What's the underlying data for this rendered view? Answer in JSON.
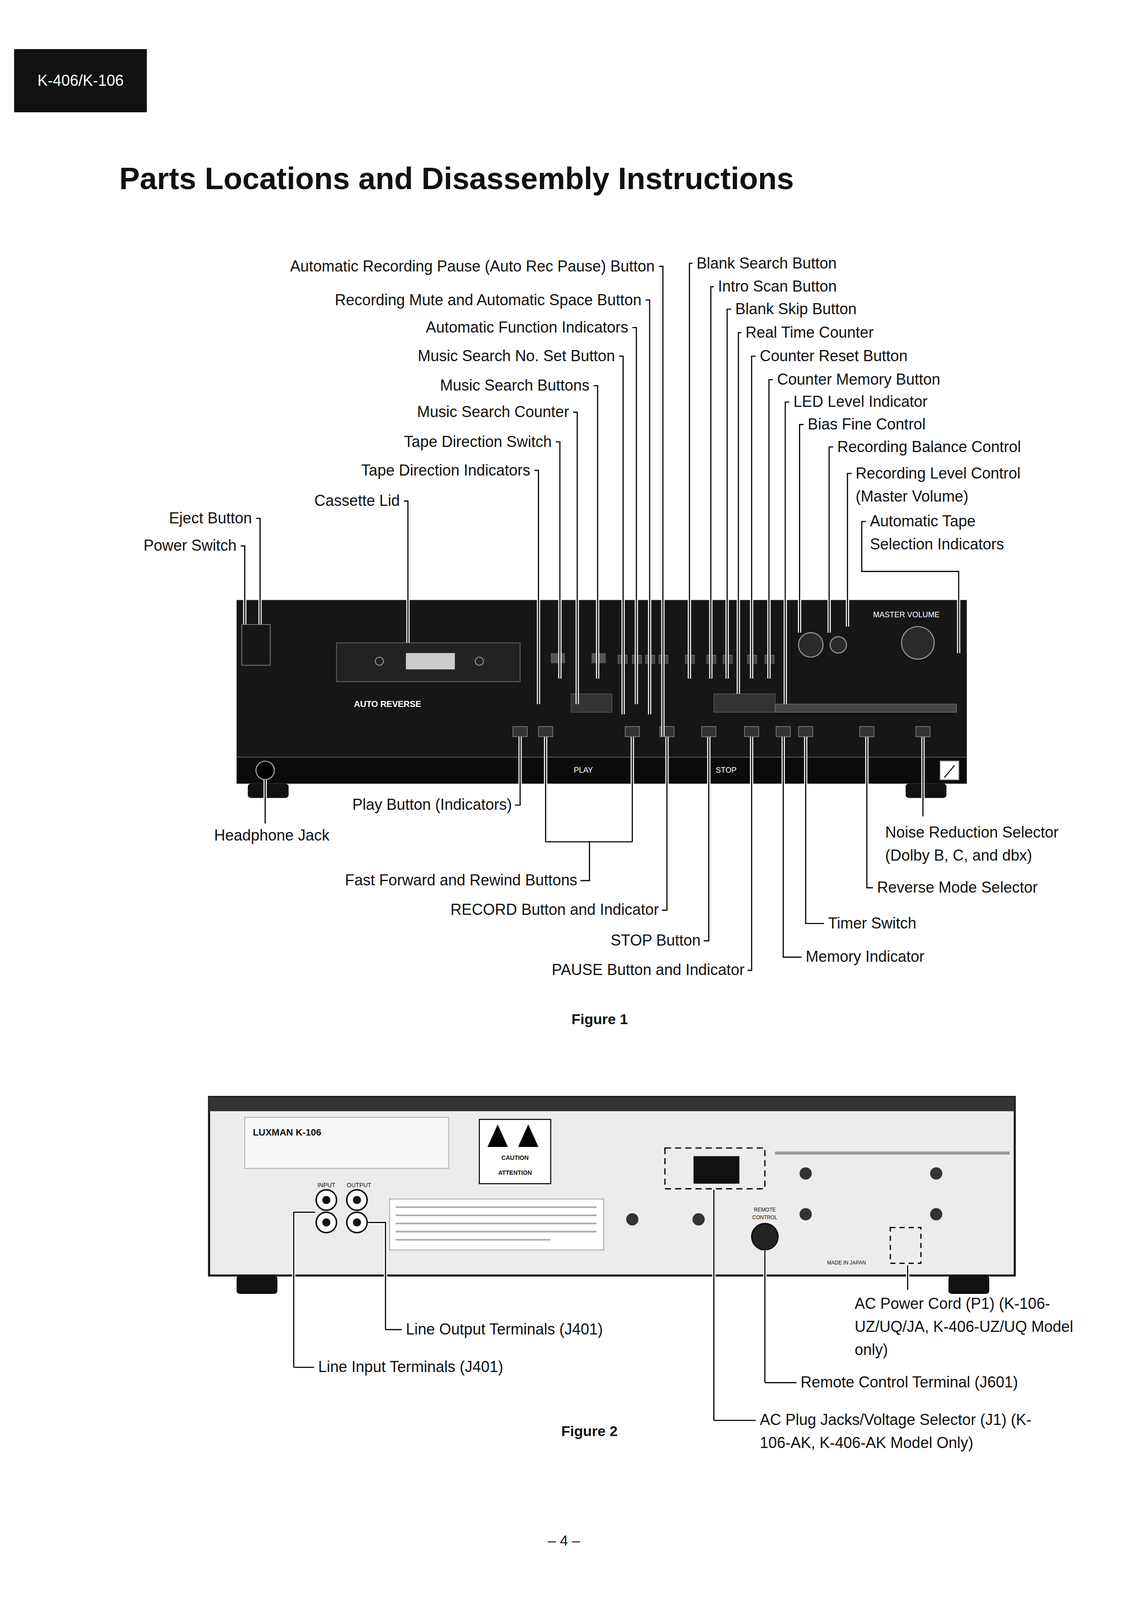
{
  "diagram": {
    "title": "Parts Locations and Disassembly Instructions",
    "nodes": [
      {
        "text": [
          "K-406/K-106"
        ]
      }
    ],
    "labels": [
      "Automatic Recording Pause (Auto Rec Pause) Button",
      "Recording Mute and Automatic Space Button",
      "Automatic Function Indicators",
      "Music Search No. Set Button",
      "Music Search Buttons",
      "Music Search Counter",
      "Tape Direction Switch",
      "Tape Direction Indicators",
      "Cassette Lid",
      "Eject Button",
      "Power Switch",
      "Blank Search Button",
      "Intro Scan Button",
      "Blank Skip Button",
      "Real Time Counter",
      "Counter Reset Button",
      "Counter Memory Button",
      "LED Level Indicator",
      "Bias Fine Control",
      "Recording Balance Control",
      "Recording Level Control (Master Volume)",
      "Automatic Tape Selection Indicators",
      "Play Button (Indicators)",
      "Headphone Jack",
      "Fast Forward and Rewind Buttons",
      "RECORD Button and Indicator",
      "STOP Button",
      "PAUSE Button and Indicator",
      "Noise Reduction Selector (Dolby B, C, and dbx)",
      "Reverse Mode Selector",
      "Timer Switch",
      "Memory Indicator",
      "Figure 1",
      "Line Output Terminals (J401)",
      "Line Input Terminals (J401)",
      "AC Power Cord (P1) (K-106-UZ/UQ/JA, K-406-UZ/UQ Model only)",
      "Remote Control Terminal (J601)",
      "AC Plug Jacks/Voltage Selector (J1) (K-106-AK, K-406-AK Model Only)",
      "Figure 2",
      "– 4 –",
      "AUTO REVERSE",
      "MASTER VOLUME",
      "PLAY",
      "STOP",
      "LUXMAN K-106",
      "CAUTION",
      "ATTENTION",
      "INPUT",
      "OUTPUT",
      "REMOTE CONTROL",
      "MADE IN JAPAN"
    ]
  }
}
